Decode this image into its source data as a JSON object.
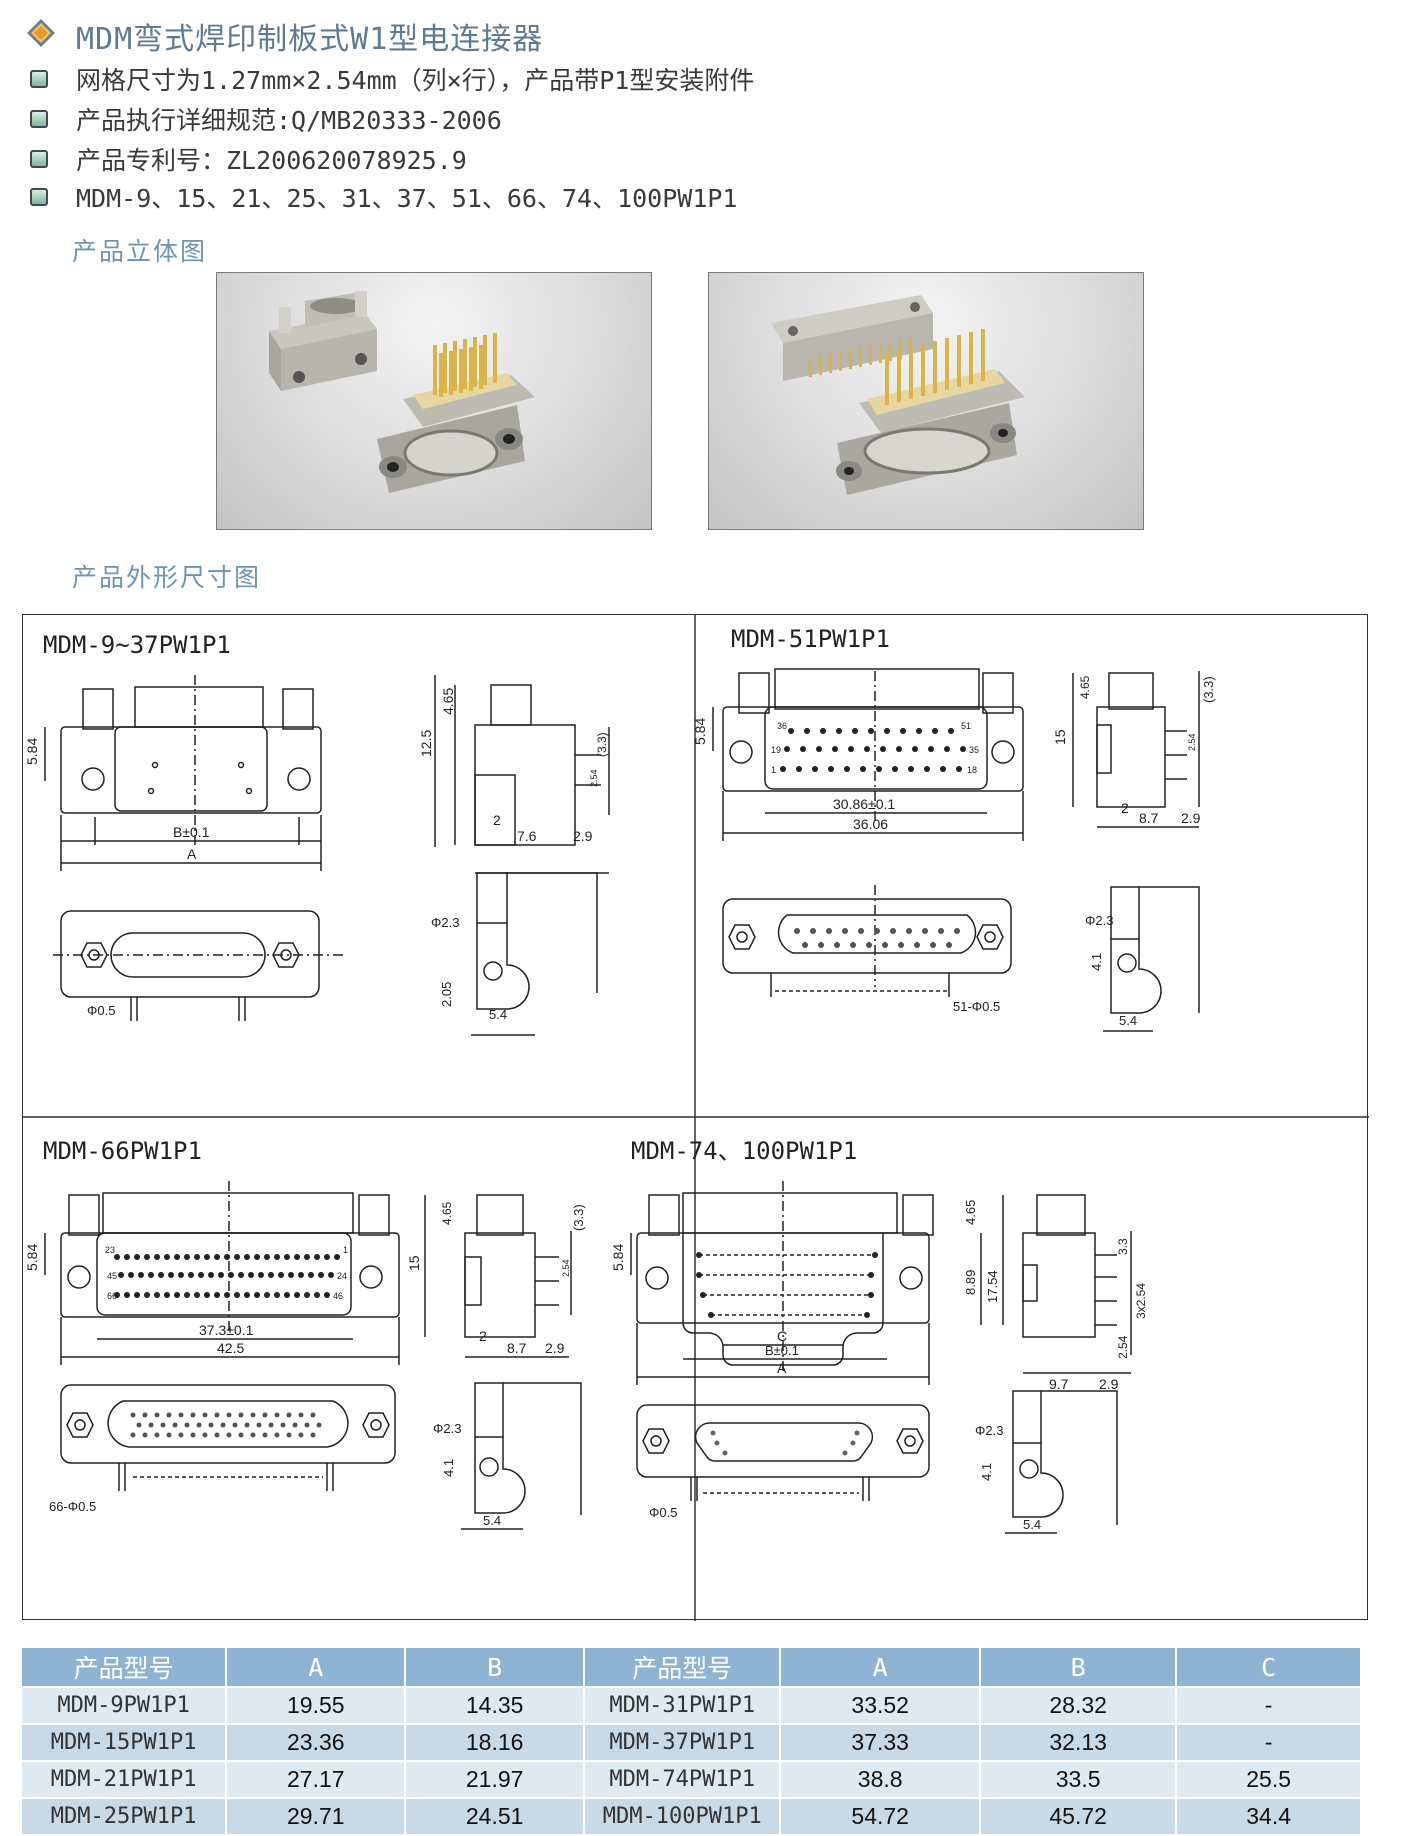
{
  "header": {
    "title": "MDM弯式焊印制板式W1型电连接器",
    "bullets": [
      "网格尺寸为1.27mm×2.54mm（列×行），产品带P1型安装附件",
      "产品执行详细规范:Q/MB20333-2006",
      "产品专利号：ZL200620078925.9",
      "MDM-9、15、21、25、31、37、51、66、74、100PW1P1"
    ]
  },
  "sections": {
    "photos_title": "产品立体图",
    "drawings_title": "产品外形尺寸图"
  },
  "panels": {
    "p1": {
      "label": "MDM-9~37PW1P1",
      "dims": {
        "h": "5.84",
        "b": "B±0.1",
        "a": "A",
        "side_h": "12.5",
        "side_top": "4.65",
        "pitch33": "(3.3)",
        "pitch254": "2.54",
        "side_2": "2",
        "side_76": "7.6",
        "side_29": "2.9",
        "pin": "Φ0.5",
        "hole": "Φ2.3",
        "hole_h": "2.05",
        "hole_w": "5.4"
      }
    },
    "p2": {
      "label": "MDM-51PW1P1",
      "dims": {
        "h": "5.84",
        "b": "30.86±0.1",
        "a": "36.06",
        "side_h": "15",
        "side_top": "4.65",
        "pitch33": "(3.3)",
        "pitch254": "2.54",
        "side_2": "2",
        "side_87": "8.7",
        "side_29": "2.9",
        "pin": "51-Φ0.5",
        "hole": "Φ2.3",
        "hole_h": "4.1",
        "hole_w": "5.4",
        "pin_tl": "36",
        "pin_tr": "51",
        "pin_ml": "19",
        "pin_mr": "35",
        "pin_bl": "1",
        "pin_br": "18"
      }
    },
    "p3": {
      "label": "MDM-66PW1P1",
      "dims": {
        "h": "5.84",
        "b": "37.3±0.1",
        "a": "42.5",
        "side_h": "15",
        "side_top": "4.65",
        "pitch33": "(3.3)",
        "pitch254": "2.54",
        "side_2": "2",
        "side_87": "8.7",
        "side_29": "2.9",
        "pin": "66-Φ0.5",
        "hole": "Φ2.3",
        "hole_h": "4.1",
        "hole_w": "5.4",
        "pin_tl": "23",
        "pin_tr": "1",
        "pin_ml": "45",
        "pin_mr": "24",
        "pin_bl": "66",
        "pin_br": "46"
      }
    },
    "p4": {
      "label": "MDM-74、100PW1P1",
      "dims": {
        "h": "5.84",
        "c": "C",
        "b": "B±0.1",
        "a": "A",
        "side_889": "8.89",
        "side_1754": "17.54",
        "side_top": "4.65",
        "pitch33": "3.3",
        "pitch3x": "3x2.54",
        "pitch254": "2.54",
        "side_97": "9.7",
        "side_29": "2.9",
        "pin": "Φ0.5",
        "hole": "Φ2.3",
        "hole_h": "4.1",
        "hole_w": "5.4"
      }
    }
  },
  "table": {
    "headers": [
      "产品型号",
      "A",
      "B",
      "产品型号",
      "A",
      "B",
      "C"
    ],
    "rows": [
      [
        "MDM-9PW1P1",
        "19.55",
        "14.35",
        "MDM-31PW1P1",
        "33.52",
        "28.32",
        "-"
      ],
      [
        "MDM-15PW1P1",
        "23.36",
        "18.16",
        "MDM-37PW1P1",
        "37.33",
        "32.13",
        "-"
      ],
      [
        "MDM-21PW1P1",
        "27.17",
        "21.97",
        "MDM-74PW1P1",
        "38.8",
        "33.5",
        "25.5"
      ],
      [
        "MDM-25PW1P1",
        "29.71",
        "24.51",
        "MDM-100PW1P1",
        "54.72",
        "45.72",
        "34.4"
      ]
    ]
  }
}
